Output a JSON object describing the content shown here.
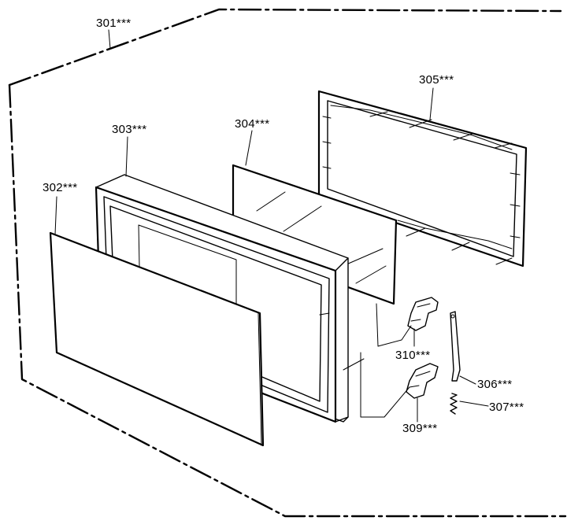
{
  "labels": {
    "p301": "301***",
    "p302": "302***",
    "p303": "303***",
    "p304": "304***",
    "p305": "305***",
    "p306": "306***",
    "p307": "307***",
    "p309": "309***",
    "p310": "310***"
  }
}
